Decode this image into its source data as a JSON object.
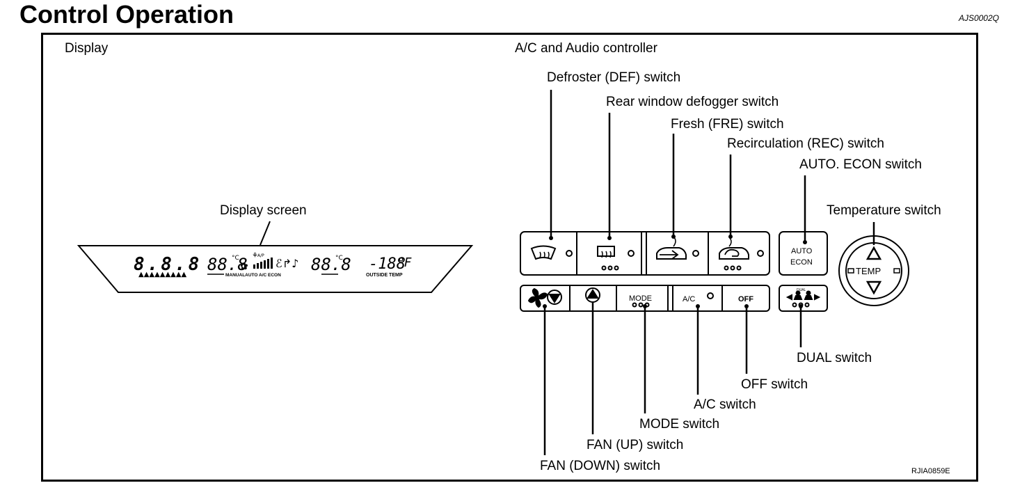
{
  "header": {
    "title": "Control Operation",
    "code": "AJS0002Q"
  },
  "sections": {
    "display": "Display",
    "controller": "A/C and Audio controller"
  },
  "display": {
    "callout": "Display screen",
    "digits_left": "8.8.8",
    "temp_left": "88.8",
    "temp_right": "88.8",
    "outside_value": "-188",
    "outside_unit": "°F",
    "outside_label": "OUTSIDE TEMP",
    "mode_bar": "MANUALAUTO A/C ECON",
    "deg_c": "°C",
    "ap_mark": "A/P"
  },
  "buttons": {
    "mode": "MODE",
    "ac": "A/C",
    "off": "OFF",
    "auto": "AUTO",
    "econ": "ECON",
    "temp": "TEMP",
    "dual": "DUAL"
  },
  "callouts": {
    "def": "Defroster (DEF) switch",
    "rear": "Rear window defogger switch",
    "fre": "Fresh (FRE) switch",
    "rec": "Recirculation (REC) switch",
    "auto_econ": "AUTO. ECON switch",
    "temperature": "Temperature switch",
    "dual": "DUAL switch",
    "off": "OFF switch",
    "ac": "A/C switch",
    "mode": "MODE switch",
    "fan_up": "FAN (UP) switch",
    "fan_down": "FAN (DOWN) switch"
  },
  "figure_id": "RJIA0859E",
  "icons": [
    "defroster-icon",
    "rear-defogger-icon",
    "fresh-air-icon",
    "recirculation-icon",
    "fan-icon",
    "down-arrow-icon",
    "up-arrow-icon",
    "up-triangle-icon",
    "down-triangle-icon",
    "dual-icon"
  ]
}
